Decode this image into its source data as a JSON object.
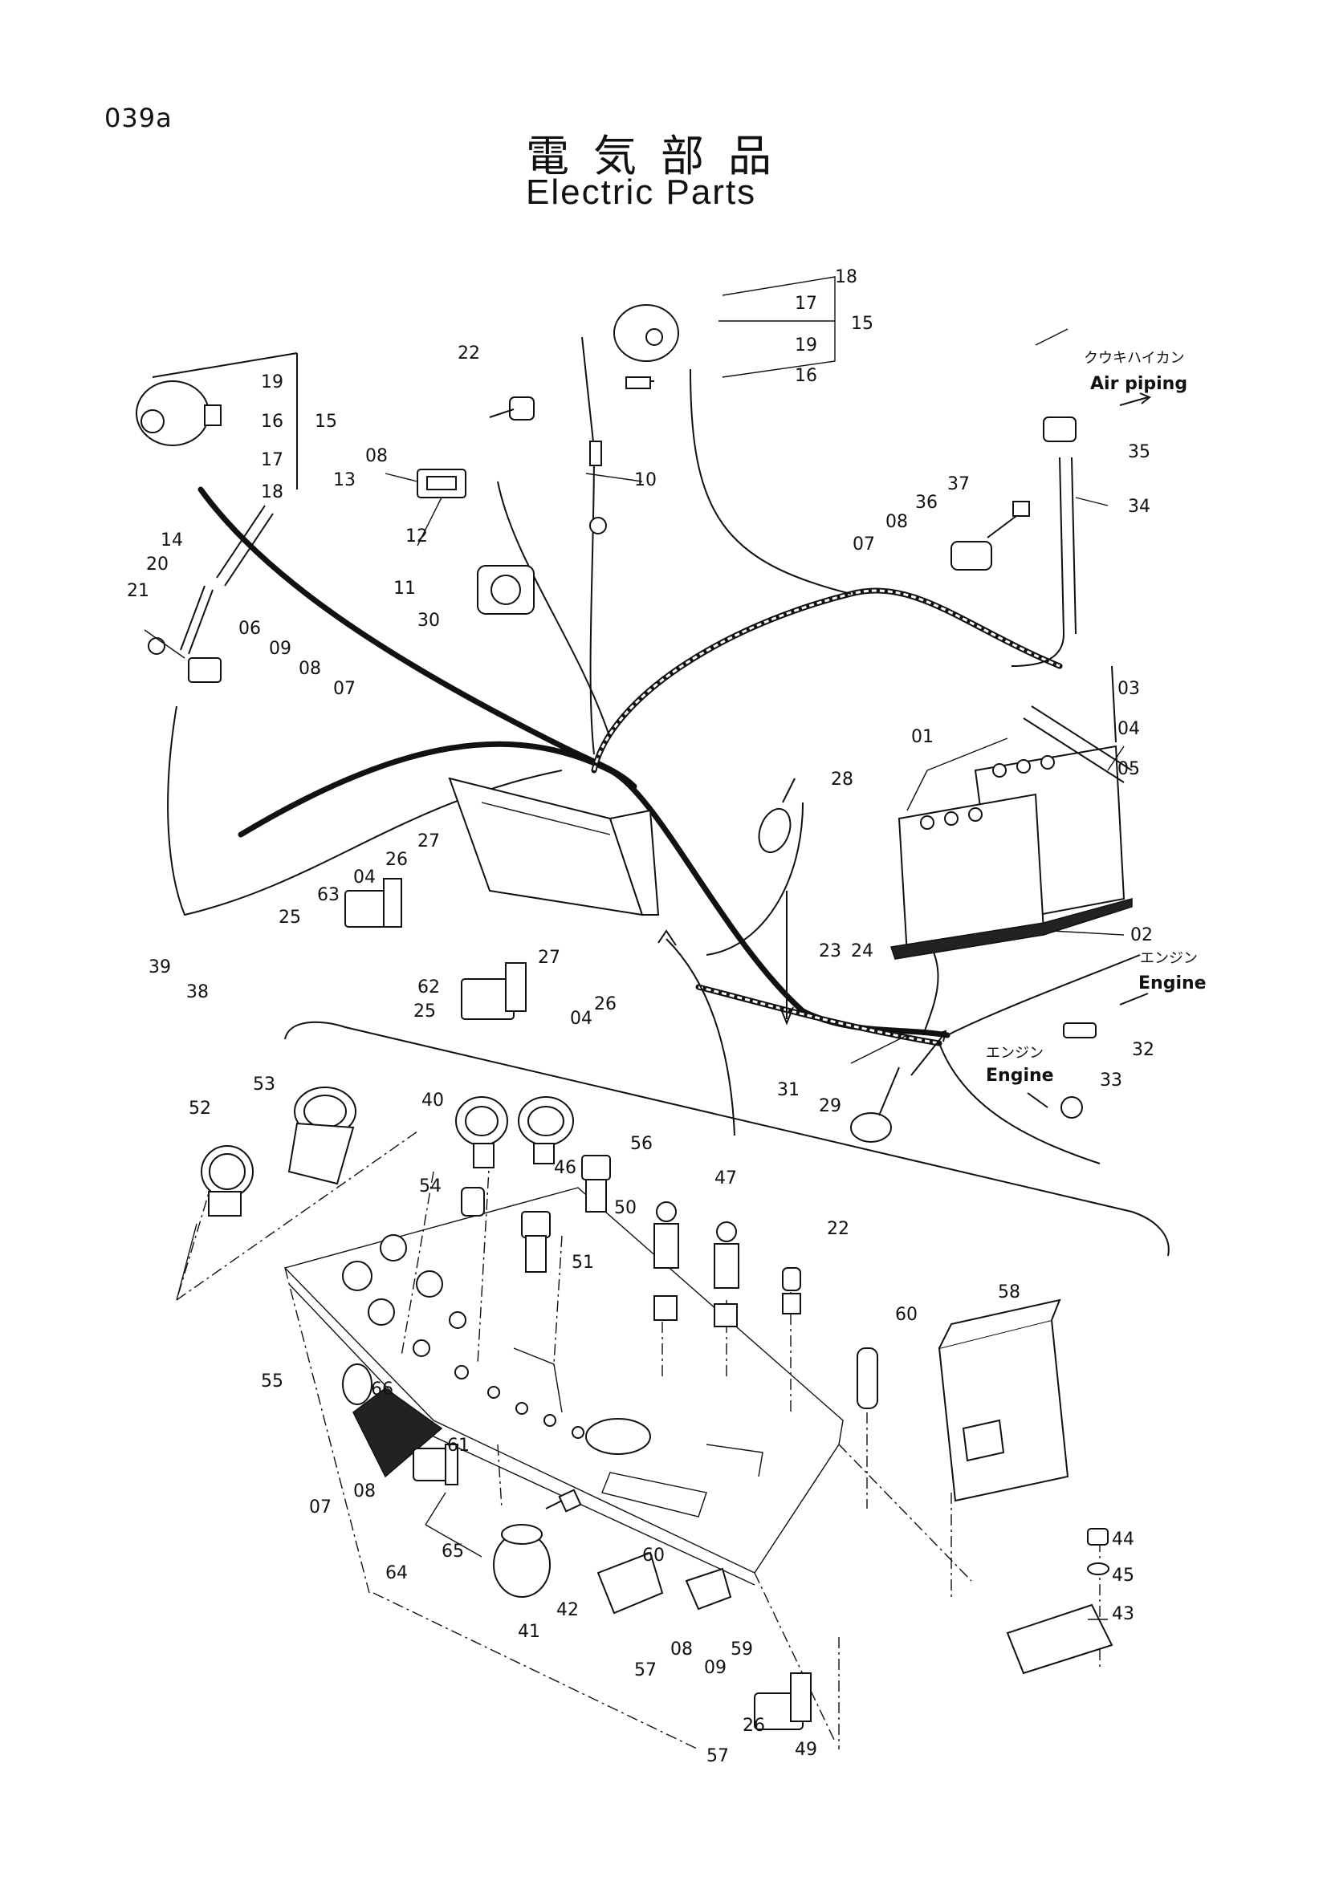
{
  "header": {
    "page_code": "039a",
    "title_jp": "電気部品",
    "title_en": "Electric Parts"
  },
  "annotations": {
    "air_piping_jp": "クウキハイカン",
    "air_piping_en": "Air piping",
    "engine_jp_1": "エンジン",
    "engine_en_1": "Engine",
    "engine_jp_2": "エンジン",
    "engine_en_2": "Engine"
  },
  "callouts": [
    "18",
    "17",
    "15",
    "19",
    "16",
    "16",
    "15",
    "19",
    "17",
    "18",
    "22",
    "10",
    "08",
    "13",
    "12",
    "11",
    "14",
    "20",
    "21",
    "06",
    "09",
    "08",
    "07",
    "30",
    "35",
    "34",
    "37",
    "36",
    "08",
    "07",
    "03",
    "04",
    "05",
    "01",
    "28",
    "27",
    "26",
    "04",
    "63",
    "25",
    "39",
    "38",
    "27",
    "26",
    "04",
    "62",
    "25",
    "02",
    "23",
    "24",
    "32",
    "33",
    "31",
    "29",
    "52",
    "53",
    "40",
    "56",
    "54",
    "50",
    "46",
    "47",
    "22",
    "51",
    "55",
    "66",
    "61",
    "60",
    "58",
    "07",
    "08",
    "65",
    "64",
    "60",
    "42",
    "41",
    "57",
    "08",
    "09",
    "59",
    "44",
    "45",
    "43",
    "57",
    "26",
    "49"
  ]
}
